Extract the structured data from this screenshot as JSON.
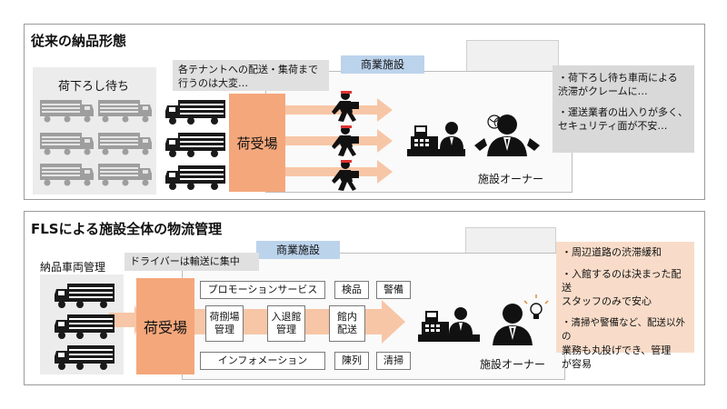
{
  "top": {
    "title": "従来の納品形態",
    "waiting_label": "荷下ろし待ち",
    "callout_line1": "各テナントへの配送・集荷まで",
    "callout_line2": "行うのは大変…",
    "facility_sign": "商業施設",
    "dock_label": "荷受場",
    "owner_label": "施設オーナー",
    "issues": [
      {
        "line1": "・荷下ろし待ち車両による",
        "line2": "渋滞がクレームに…"
      },
      {
        "line1": "・運送業者の出入りが多く、",
        "line2": "セキュリティ面が不安…"
      }
    ]
  },
  "bottom": {
    "title": "FLSによる施設全体の物流管理",
    "vehicle_label": "納品車両管理",
    "driver_note": "ドライバーは輸送に集中",
    "facility_sign": "商業施設",
    "dock_label": "荷受場",
    "owner_label": "施設オーナー",
    "services": {
      "promotion": "プロモーションサービス",
      "inspection": "検品",
      "security": "警備",
      "unpack_l1": "荷捌場",
      "unpack_l2": "管理",
      "entry_l1": "入退館",
      "entry_l2": "管理",
      "internal_l1": "館内",
      "internal_l2": "配送",
      "information": "インフォメーション",
      "display": "陳列",
      "cleaning": "清掃"
    },
    "benefits": [
      {
        "line1": "・周辺道路の渋滞緩和",
        "line2": "",
        "line3": ""
      },
      {
        "line1": "・入館するのは決まった配送",
        "line2": "スタッフのみで安心",
        "line3": ""
      },
      {
        "line1": "・清掃や警備など、配送以外の",
        "line2": "業務も丸投げでき、管理",
        "line3": "が容易"
      }
    ]
  },
  "colors": {
    "accent_orange": "#f4a77b",
    "arrow_peach": "#f7c6a6",
    "sign_blue": "#bcd3ec",
    "issue_gray": "#d9d9d9",
    "benefit_peach": "#f8dcc9"
  },
  "icons": [
    "truck-icon",
    "courier-icon",
    "cash-register-icon",
    "shop-clerk-icon",
    "owner-icon",
    "lightbulb-icon",
    "tangle-icon"
  ]
}
